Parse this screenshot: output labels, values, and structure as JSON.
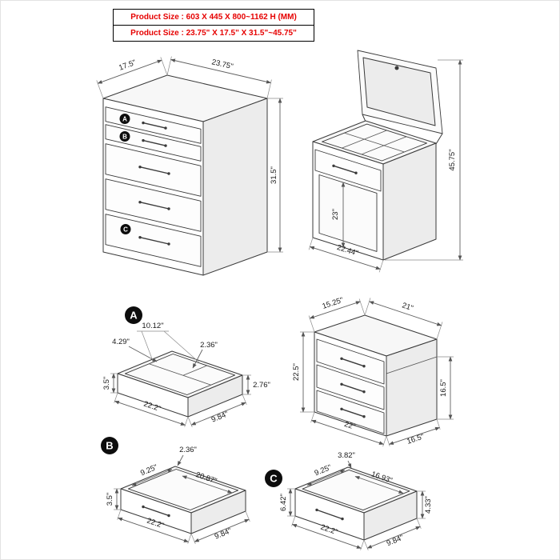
{
  "header": {
    "size_mm": "Product Size : 603 X 445 X 800~1162 H (MM)",
    "size_in": "Product Size : 23.75\" X 17.5\" X 31.5\"~45.75\""
  },
  "colors": {
    "header_text": "#e60000",
    "line": "#3a3a3a",
    "dimension_text": "#1a1a1a"
  },
  "chest_front_view": {
    "marker_a": "A",
    "marker_b": "B",
    "marker_c": "C",
    "top_depth": "17.5\"",
    "top_width": "23.75\"",
    "height": "31.5\""
  },
  "vanity_open_view": {
    "total_height": "45.75\"",
    "knee_clearance": "23\"",
    "bottom_width": "22.44\""
  },
  "base_unit_view": {
    "top_depth": "15.25\"",
    "top_width": "21\"",
    "left_height": "22.5\"",
    "right_height": "16.5\"",
    "bottom_width": "22\"",
    "bottom_depth": "16.5\""
  },
  "drawer_a": {
    "label": "A",
    "top_span": "10.12\"",
    "compartment_width": "4.29\"",
    "compartment_depth": "2.36\"",
    "left_height": "3.5\"",
    "right_height": "2.76\"",
    "bottom_width": "22.2\"",
    "bottom_depth": "9.84\""
  },
  "drawer_b": {
    "label": "B",
    "rim_depth": "2.36\"",
    "inner_depth": "9.25\"",
    "inner_width": "20.87\"",
    "left_height": "3.5\"",
    "bottom_width": "22.2\"",
    "bottom_depth": "9.84\""
  },
  "drawer_c": {
    "label": "C",
    "rim_depth": "3.82\"",
    "inner_depth": "9.25\"",
    "inner_width": "16.93\"",
    "left_height": "6.42\"",
    "right_height": "4.33\"",
    "bottom_width": "22.2\"",
    "bottom_depth": "9.84\""
  }
}
